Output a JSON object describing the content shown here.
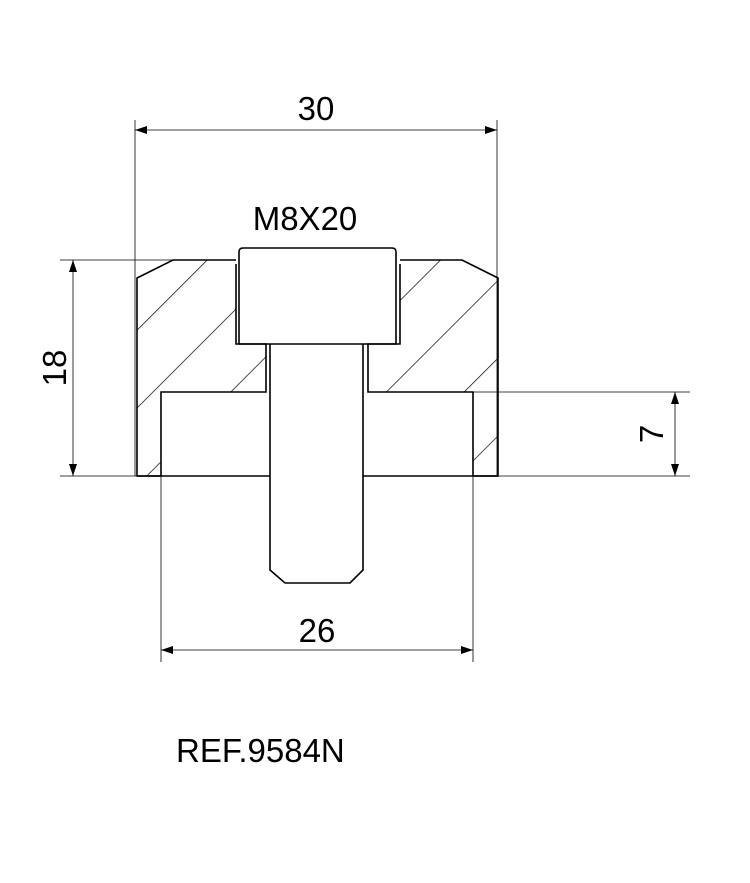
{
  "drawing": {
    "width_dim": "30",
    "screw_label": "M8X20",
    "height_dim": "18",
    "recess_depth_dim": "7",
    "recess_width_dim": "26",
    "reference": "REF.9584N"
  }
}
